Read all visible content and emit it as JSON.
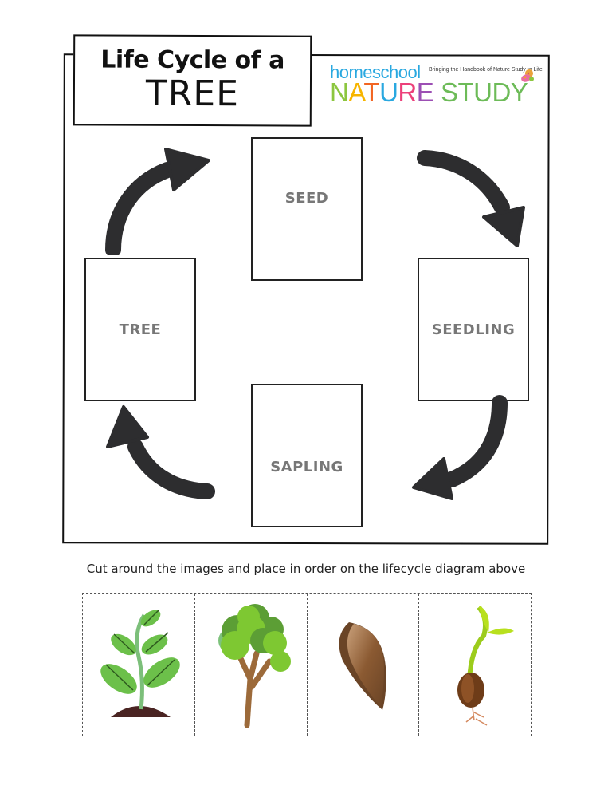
{
  "title": {
    "line1": "Life Cycle of a",
    "line2": "TREE"
  },
  "logo": {
    "top_word": "homeschool",
    "nature_letters": [
      {
        "char": "N",
        "color": "#8cc63f"
      },
      {
        "char": "A",
        "color": "#f7b500"
      },
      {
        "char": "T",
        "color": "#f26522"
      },
      {
        "char": "U",
        "color": "#29a8e0"
      },
      {
        "char": "R",
        "color": "#ec407a"
      },
      {
        "char": "E",
        "color": "#9c4fb4"
      }
    ],
    "study_word": "STUDY",
    "study_color": "#6dbb58",
    "top_word_color": "#29a8e0",
    "tagline": "Bringing the Handbook of Nature Study to Life",
    "icon": "butterfly-icon"
  },
  "diagram": {
    "stages": [
      {
        "id": "seed",
        "label": "SEED"
      },
      {
        "id": "seedling",
        "label": "SEEDLING"
      },
      {
        "id": "sapling",
        "label": "SAPLING"
      },
      {
        "id": "tree",
        "label": "TREE"
      }
    ],
    "arrow_color": "#2d2d2f",
    "label_color": "#777777"
  },
  "instruction": "Cut around the images and place in order on the lifecycle diagram above",
  "cutouts": [
    {
      "id": "sapling-image",
      "depicts": "young plant in soil"
    },
    {
      "id": "tree-image",
      "depicts": "mature tree"
    },
    {
      "id": "seed-image",
      "depicts": "seed"
    },
    {
      "id": "seedling-image",
      "depicts": "sprouting seedling"
    }
  ]
}
